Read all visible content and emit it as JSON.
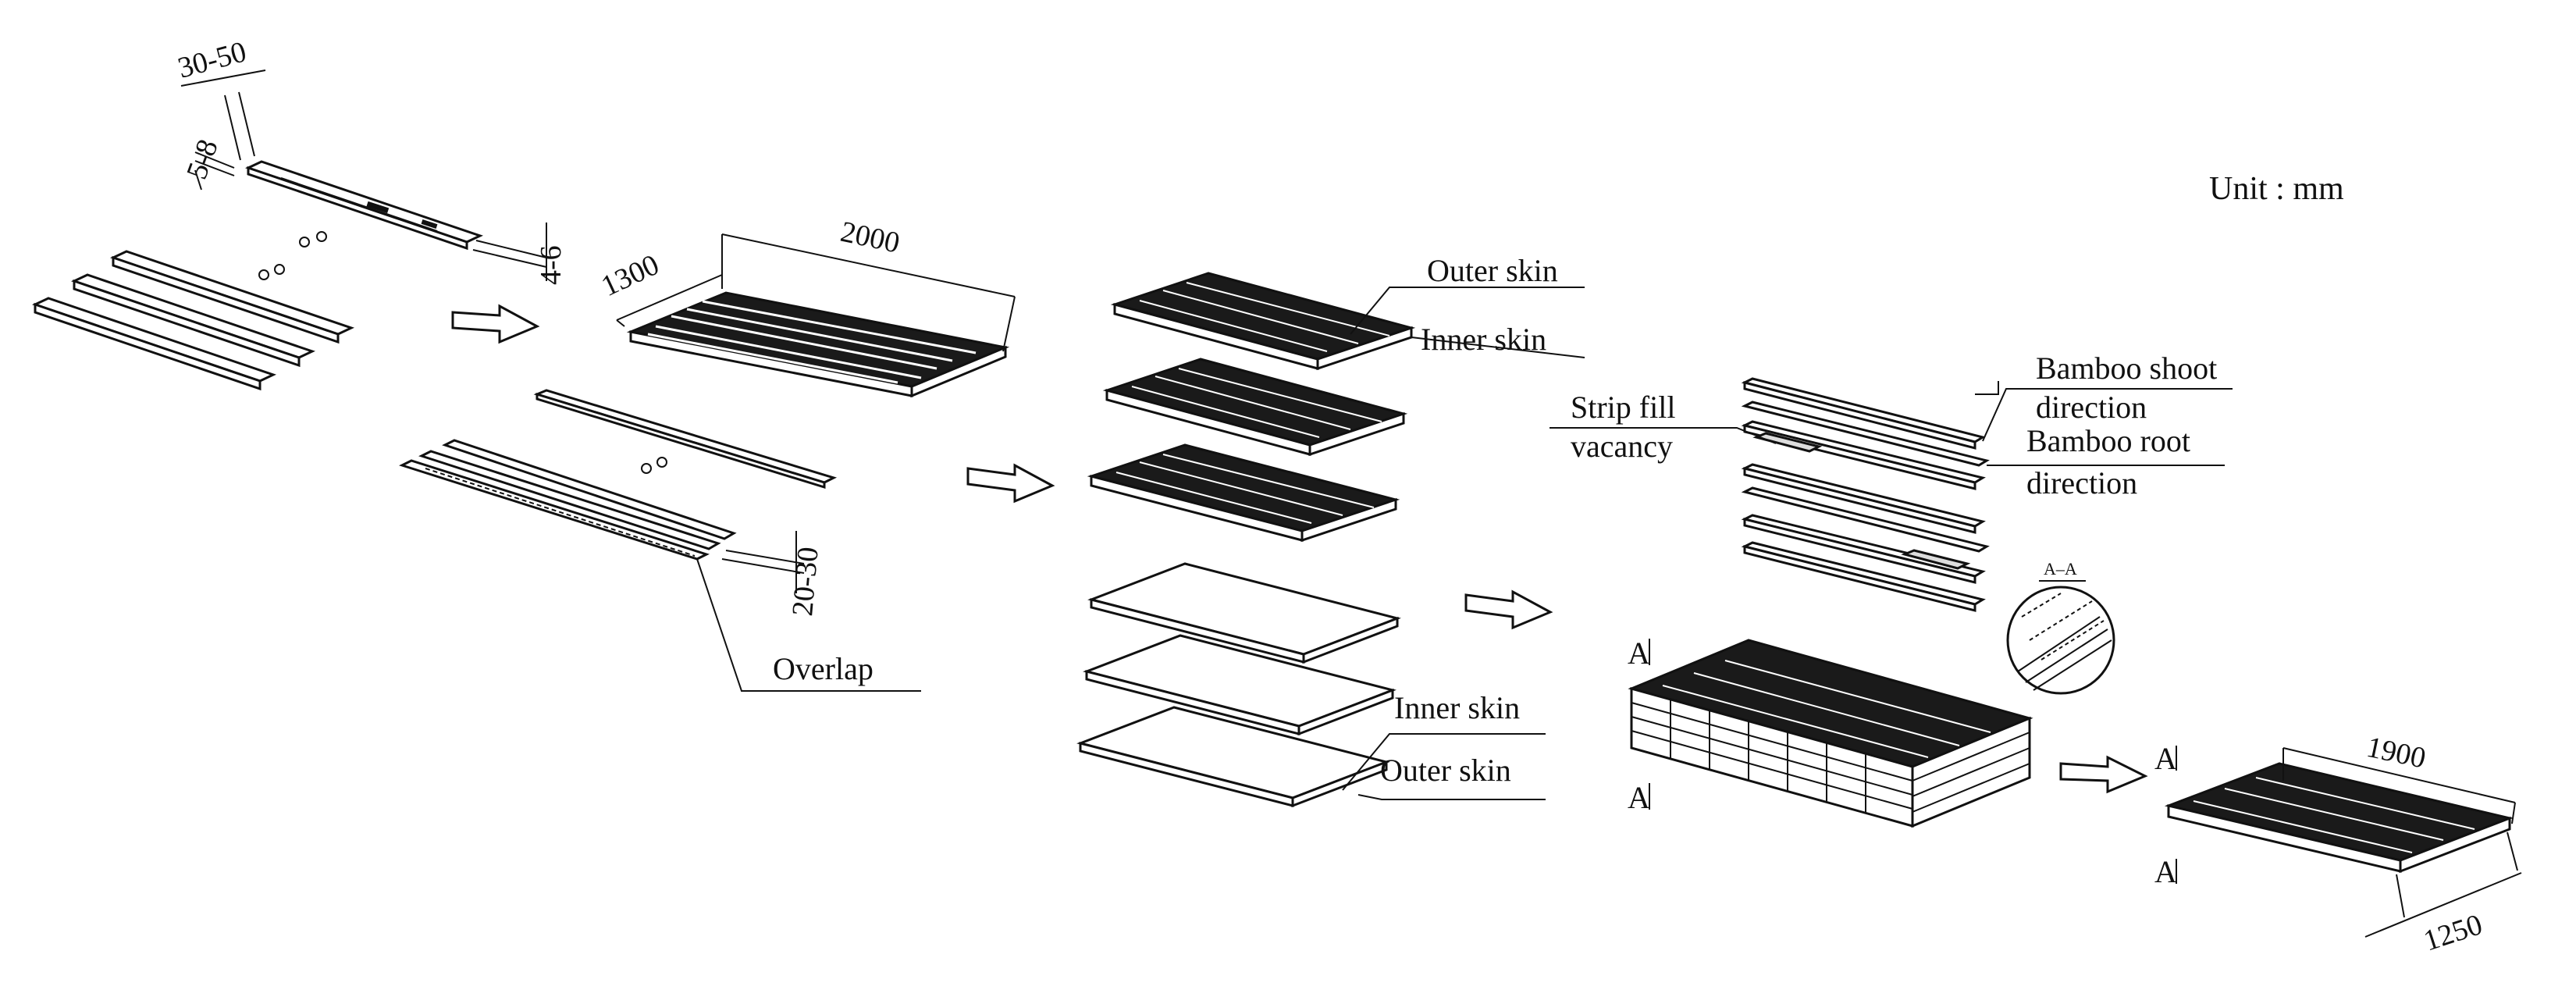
{
  "unit_label": "Unit : mm",
  "dimensions": {
    "strip_width": "30-50",
    "strip_thickness": "5-8",
    "strip_gap": "4-6",
    "mat_width": "1300",
    "mat_length": "2000",
    "overlap_width": "20-30",
    "final_length": "1900",
    "final_width": "1250"
  },
  "labels": {
    "overlap": "Overlap",
    "outer_skin_top": "Outer skin",
    "inner_skin_top": "Inner skin",
    "inner_skin_bottom": "Inner skin",
    "outer_skin_bottom": "Outer skin",
    "strip_fill_line1": "Strip fill",
    "strip_fill_line2": "vacancy",
    "bamboo_shoot_line1": "Bamboo shoot",
    "bamboo_shoot_line2": "direction",
    "bamboo_root_line1": "Bamboo root",
    "bamboo_root_line2": "direction",
    "section_mark": "A",
    "section_title": "A–A"
  }
}
